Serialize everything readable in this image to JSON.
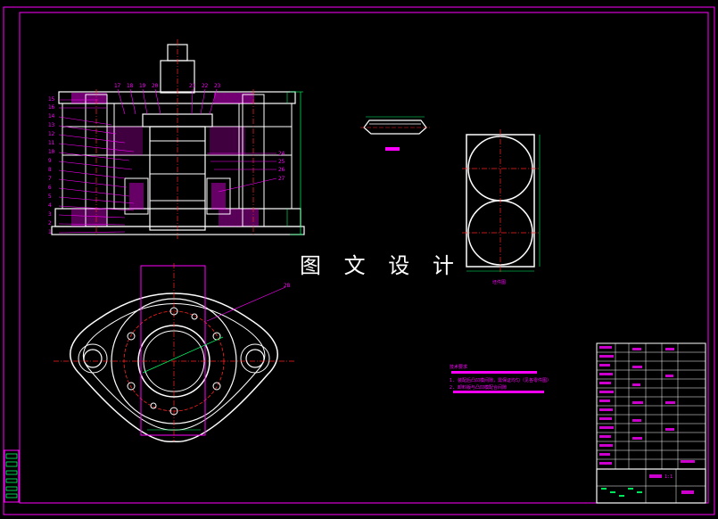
{
  "drawing": {
    "watermark": "图 文 设 计",
    "left_part_numbers": [
      "15",
      "16",
      "14",
      "13",
      "12",
      "11",
      "10",
      "9",
      "8",
      "7",
      "6",
      "5",
      "4",
      "3",
      "2",
      "1"
    ],
    "top_part_numbers": [
      "17",
      "18",
      "19",
      "20",
      "21",
      "22",
      "23"
    ],
    "right_part_numbers": [
      "24",
      "25",
      "26",
      "27"
    ],
    "plan_leader_number": "28",
    "blank_view_caption": "坯件图",
    "notes_title": "技术要求",
    "notes": [
      "1. 装配后凸凹模间隙，需保证均匀（见各零件图）",
      "2. 卸料版与凸凹模配合间隙"
    ],
    "title_block_scale": "1:1"
  },
  "colors": {
    "frame": "#ff00ff",
    "lines": "#ffffff",
    "center": "#ff2020",
    "dim": "#00ff66",
    "leader": "#ff00ff"
  }
}
